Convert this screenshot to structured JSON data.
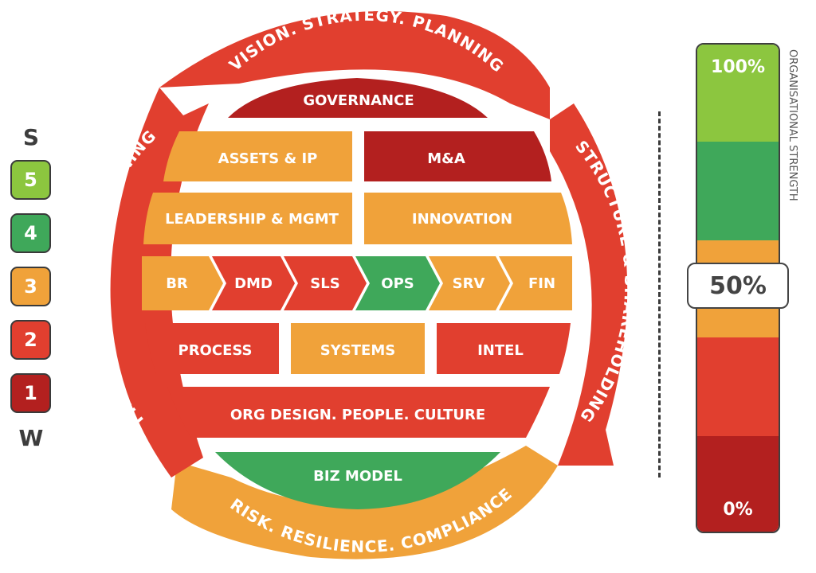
{
  "legend": {
    "top": "S",
    "bottom": "W",
    "levels": [
      {
        "label": "5",
        "color": "#8cc63f"
      },
      {
        "label": "4",
        "color": "#3fa85a"
      },
      {
        "label": "3",
        "color": "#f0a23a"
      },
      {
        "label": "2",
        "color": "#e13f2f"
      },
      {
        "label": "1",
        "color": "#b3201f"
      }
    ]
  },
  "ring": {
    "top": "VISION. STRATEGY. PLANNING",
    "right": "STRUCTURE & SHAREHOLDING",
    "bottom": "RISK. RESILIENCE. COMPLIANCE",
    "left": "FINANCIAL & WEALTH PLANNING"
  },
  "blocks": {
    "governance": "GOVERNANCE",
    "assets": "ASSETS & IP",
    "ma": "M&A",
    "leadership": "LEADERSHIP & MGMT",
    "innovation": "INNOVATION",
    "chain": [
      "BR",
      "DMD",
      "SLS",
      "OPS",
      "SRV",
      "FIN"
    ],
    "process": "PROCESS",
    "systems": "SYSTEMS",
    "intel": "INTEL",
    "org": "ORG DESIGN.  PEOPLE.  CULTURE",
    "bizmodel": "BIZ MODEL"
  },
  "strength": {
    "title": "ORGANISATIONAL STRENGTH",
    "top_label": "100%",
    "mid_label": "50%",
    "bottom_label": "0%"
  }
}
